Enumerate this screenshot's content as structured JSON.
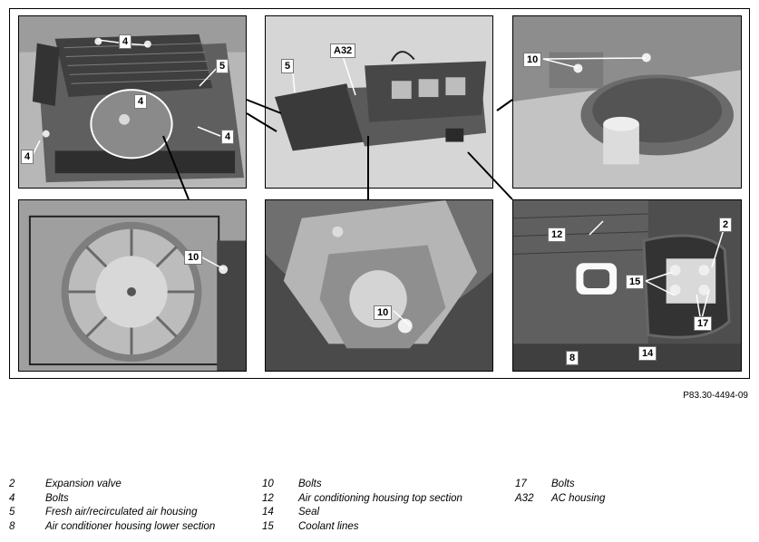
{
  "figure": {
    "code": "P83.30-4494-09",
    "callouts": {
      "p1_a": "4",
      "p1_b": "5",
      "p1_c": "4",
      "p1_d": "4",
      "p1_e": "4",
      "p2_a": "5",
      "p2_b": "A32",
      "p3_a": "10",
      "p4_a": "10",
      "p5_a": "10",
      "p6_a": "12",
      "p6_b": "2",
      "p6_c": "15",
      "p6_d": "17",
      "p6_e": "8",
      "p6_f": "14"
    }
  },
  "legend": {
    "columns": [
      [
        {
          "num": "2",
          "text": "Expansion valve"
        },
        {
          "num": "4",
          "text": "Bolts"
        },
        {
          "num": "5",
          "text": "Fresh air/recirculated air housing"
        },
        {
          "num": "8",
          "text": "Air conditioner housing lower section"
        }
      ],
      [
        {
          "num": "10",
          "text": "Bolts"
        },
        {
          "num": "12",
          "text": "Air conditioning housing top section"
        },
        {
          "num": "14",
          "text": "Seal"
        },
        {
          "num": "15",
          "text": "Coolant lines"
        }
      ],
      [
        {
          "num": "17",
          "text": "Bolts"
        },
        {
          "num": "A32",
          "text": "AC housing"
        }
      ]
    ]
  }
}
